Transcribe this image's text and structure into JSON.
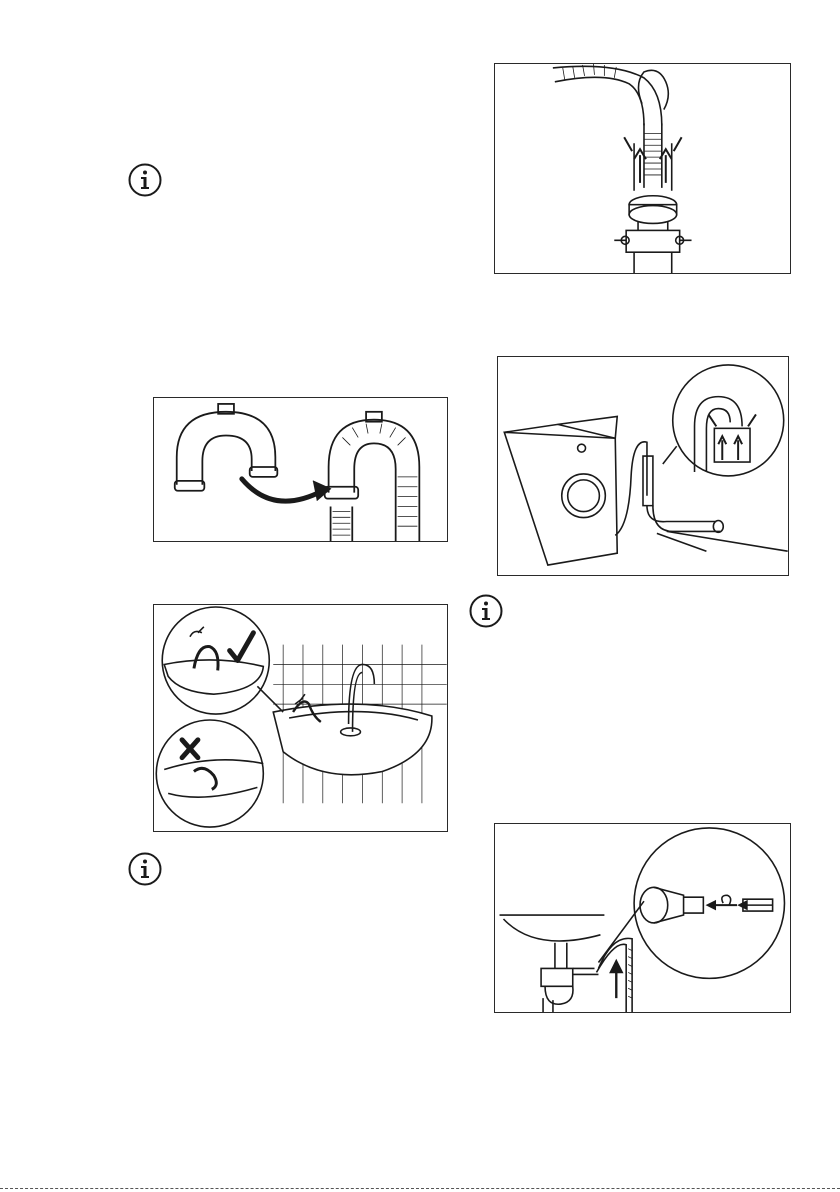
{
  "page": {
    "info_icon": "info-icon",
    "figures": [
      {
        "id": "drain-pipe-insertion",
        "icon": "drain-hose-in-standpipe-illustration"
      },
      {
        "id": "hose-guide-fitting",
        "icon": "u-piece-hose-guide-illustration"
      },
      {
        "id": "machine-standpipe",
        "icon": "washing-machine-drain-standpipe-illustration"
      },
      {
        "id": "sink-hook",
        "icon": "sink-hose-hook-correct-incorrect-illustration"
      },
      {
        "id": "sink-siphon",
        "icon": "sink-siphon-spigot-connection-illustration"
      }
    ],
    "marks": {
      "correct": "check-icon",
      "incorrect": "cross-icon"
    },
    "colors": {
      "line": "#1a1a1a",
      "frame": "#2a2a2a",
      "background": "#ffffff"
    }
  }
}
